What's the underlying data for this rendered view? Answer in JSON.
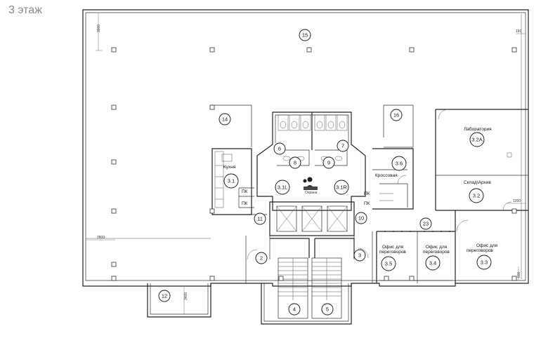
{
  "floor_title": "3 этаж",
  "rooms": [
    {
      "id": "r15",
      "number": "15"
    },
    {
      "id": "r14",
      "number": "14"
    },
    {
      "id": "r16",
      "number": "16"
    },
    {
      "id": "r6",
      "number": "6"
    },
    {
      "id": "r7",
      "number": "7"
    },
    {
      "id": "r8",
      "number": "8"
    },
    {
      "id": "r9",
      "number": "9"
    },
    {
      "id": "r3_1",
      "number": "3.1"
    },
    {
      "id": "r3_1L",
      "number": "3.1L"
    },
    {
      "id": "r3_1R",
      "number": "3.1R"
    },
    {
      "id": "r3_6",
      "number": "3.6"
    },
    {
      "id": "r3_2A",
      "number": "3.2A"
    },
    {
      "id": "r3_2",
      "number": "3.2"
    },
    {
      "id": "r11",
      "number": "11"
    },
    {
      "id": "r10",
      "number": "10"
    },
    {
      "id": "r23",
      "number": "23"
    },
    {
      "id": "r2",
      "number": "2"
    },
    {
      "id": "r3",
      "number": "3"
    },
    {
      "id": "r3_5",
      "number": "3.5"
    },
    {
      "id": "r3_4",
      "number": "3.4"
    },
    {
      "id": "r3_3",
      "number": "3.3"
    },
    {
      "id": "r12",
      "number": "12"
    },
    {
      "id": "r4",
      "number": "4"
    },
    {
      "id": "r5",
      "number": "5"
    }
  ],
  "labels": {
    "kitchen": "Кухня",
    "copy_room": "Кросcовая",
    "lab": "Лаборатория",
    "storage": "Склад\\Архив",
    "office_a_line1": "Офис для",
    "office_a_line2": "переговоров",
    "office_b_line1": "Офис для",
    "office_b_line2": "переговоров",
    "office_c_line1": "Офис для",
    "office_c_line2": "переговоров",
    "pk1": "ПК",
    "pk2": "ПК",
    "pk3": "ПК",
    "pk4": "ПК",
    "reception": "Охрана"
  },
  "dimensions": {
    "d_top_left": "3900",
    "d_top_right": "150",
    "d_left": "2800",
    "d_bottom": "3400",
    "d_right_mid": "1200",
    "d_right_bottom": "600"
  }
}
